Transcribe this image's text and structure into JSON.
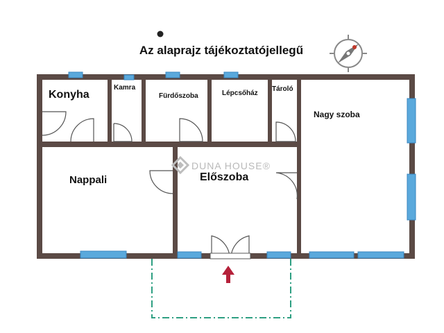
{
  "title": "Az alaprajz tájékoztatójellegű",
  "watermark": {
    "text": "DUNA HOUSE®",
    "icon": "duna-house-logo-icon"
  },
  "compass": {
    "icon": "compass-icon"
  },
  "entrance": {
    "icon": "arrow-up-icon"
  },
  "rooms": {
    "konyha": "Konyha",
    "kamra": "Kamra",
    "furdoszoba": "Fürdőszoba",
    "lepcsohaz": "Lépcsőház",
    "tarolo": "Tároló",
    "nagy_szoba": "Nagy szoba",
    "nappali": "Nappali",
    "eloszoba": "Előszoba"
  },
  "colors": {
    "wall": "#5b4a45",
    "window": "#5aa9dc",
    "terrace_outline": "#2e9f82",
    "entrance_arrow": "#b5213a"
  }
}
